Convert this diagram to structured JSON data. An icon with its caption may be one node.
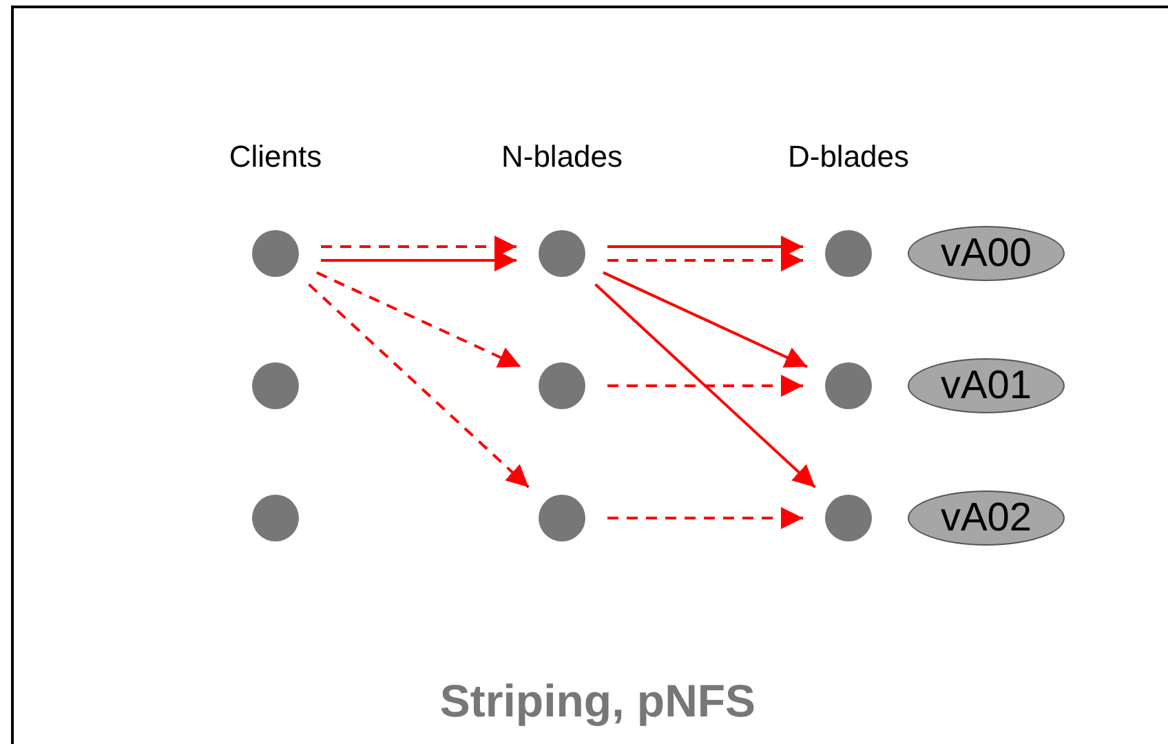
{
  "diagram": {
    "caption": "Striping, pNFS",
    "nodes": [
      {
        "text": [],
        "shape": "circle"
      },
      {
        "text": [],
        "shape": "circle"
      },
      {
        "text": [],
        "shape": "circle"
      },
      {
        "text": [],
        "shape": "circle"
      },
      {
        "text": [],
        "shape": "circle"
      },
      {
        "text": [],
        "shape": "circle"
      },
      {
        "text": [],
        "shape": "circle"
      },
      {
        "text": [],
        "shape": "circle"
      },
      {
        "text": [],
        "shape": "circle"
      },
      {
        "text": [
          "vA00"
        ]
      },
      {
        "text": [
          "vA01"
        ]
      },
      {
        "text": [
          "vA02"
        ]
      }
    ],
    "edges": [
      {
        "from": 0,
        "to": 3,
        "arrow": "to",
        "style": "dashed"
      },
      {
        "from": 0,
        "to": 3,
        "arrow": "to"
      },
      {
        "from": 0,
        "to": 4,
        "arrow": "to",
        "style": "dashed"
      },
      {
        "from": 0,
        "to": 5,
        "arrow": "to",
        "style": "dashed"
      },
      {
        "from": 3,
        "to": 6,
        "arrow": "to"
      },
      {
        "from": 3,
        "to": 6,
        "arrow": "to",
        "style": "dashed"
      },
      {
        "from": 3,
        "to": 7,
        "arrow": "to"
      },
      {
        "from": 3,
        "to": 8,
        "arrow": "to"
      },
      {
        "from": 4,
        "to": 7,
        "arrow": "to",
        "style": "dashed"
      },
      {
        "from": 5,
        "to": 8,
        "arrow": "to",
        "style": "dashed"
      }
    ],
    "labels": [
      "Clients",
      "N-blades",
      "D-blades"
    ]
  }
}
